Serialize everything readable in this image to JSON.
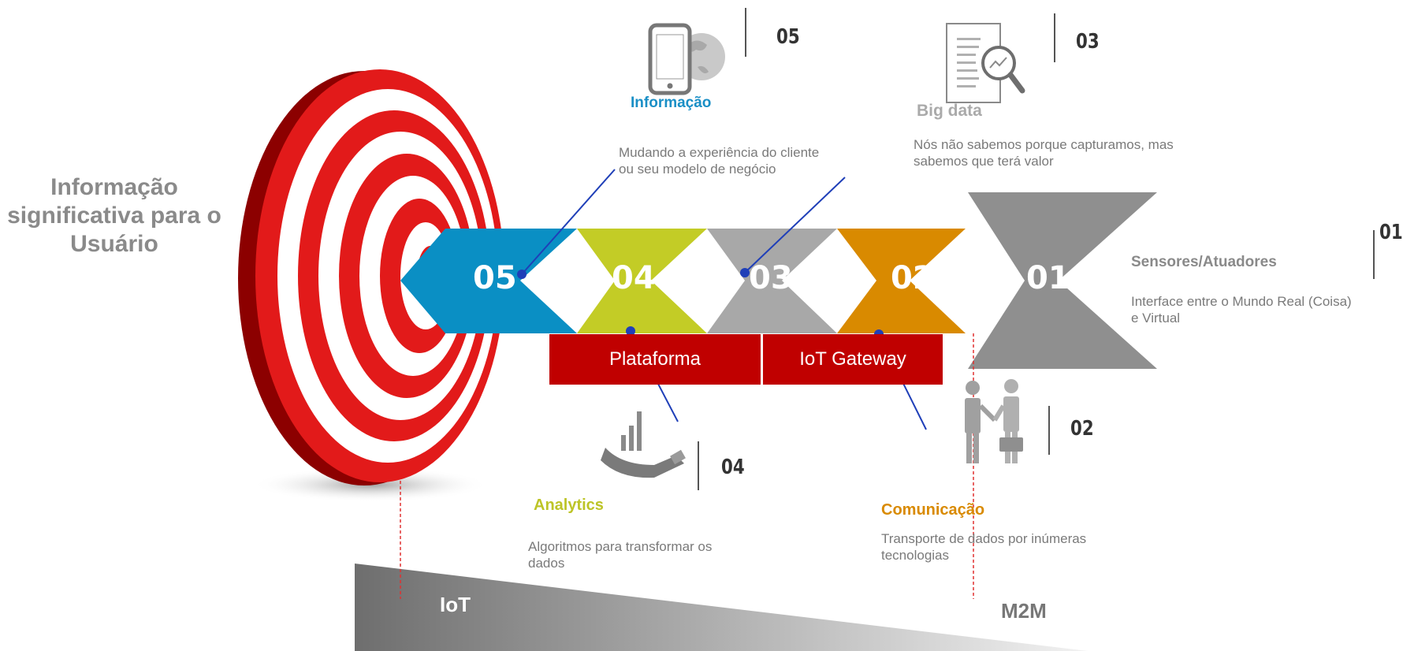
{
  "side_title": "Informação significativa para o Usuário",
  "arrows": [
    {
      "num": "05",
      "color": "#0a8fc4"
    },
    {
      "num": "04",
      "color": "#c3cc26"
    },
    {
      "num": "03",
      "color": "#a8a8a8"
    },
    {
      "num": "02",
      "color": "#d98a00"
    },
    {
      "num": "01",
      "color": "#8f8f8f"
    }
  ],
  "layers": {
    "platform": "Plataforma",
    "gateway": "IoT Gateway"
  },
  "items": {
    "informacao": {
      "num": "05",
      "title": "Informação",
      "desc": "Mudando a experiência do cliente ou seu modelo de negócio",
      "color": "#1a8fc6"
    },
    "bigdata": {
      "num": "03",
      "title": "Big data",
      "desc": "Nós não sabemos porque capturamos, mas sabemos que terá valor",
      "color": "#aaaaaa"
    },
    "sensores": {
      "num": "01",
      "title": "Sensores/Atuadores",
      "desc": "Interface entre o Mundo Real (Coisa) e Virtual",
      "color": "#8a8a8a"
    },
    "comunicacao": {
      "num": "02",
      "title": "Comunicação",
      "desc": "Transporte de dados por inúmeras tecnologias",
      "color": "#d98a00"
    },
    "analytics": {
      "num": "04",
      "title": "Analytics",
      "desc": "Algoritmos para transformar os dados",
      "color": "#bdc427"
    }
  },
  "bottom": {
    "left": "IoT",
    "right": "M2M"
  }
}
